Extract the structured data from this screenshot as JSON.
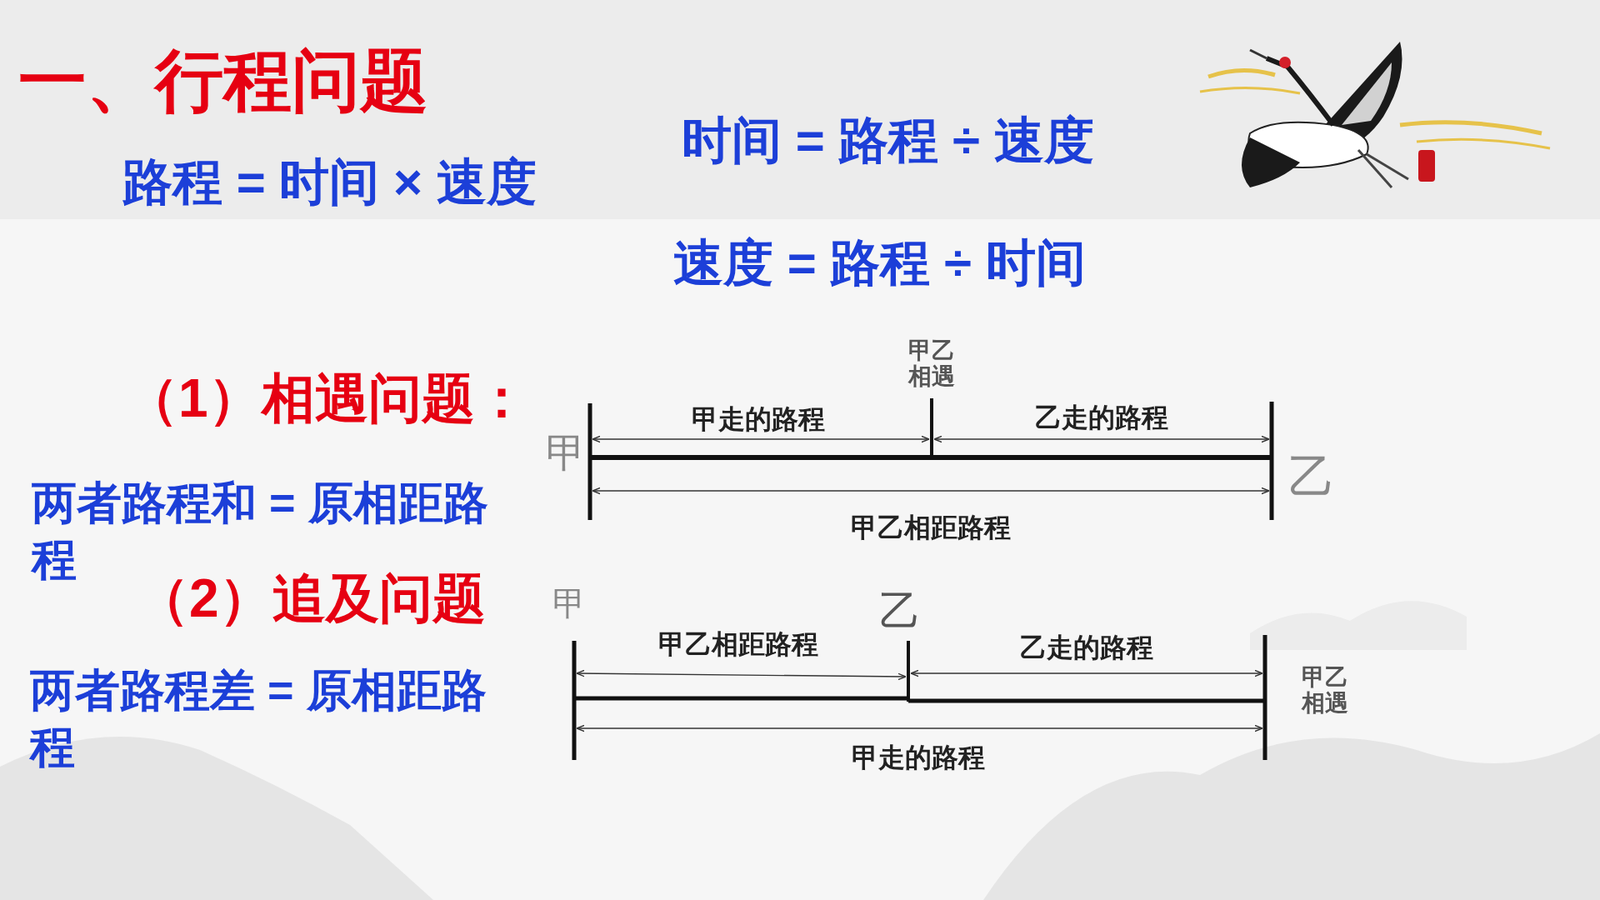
{
  "diagram": {
    "title": "一、行程问题",
    "labels": [
      "路程 = 时间 × 速度",
      "时间 = 路程 ÷ 速度",
      "速度 = 路程 ÷ 时间",
      "（1）相遇问题：",
      "甲",
      "甲乙相遇",
      "甲走的路程",
      "乙走的路程",
      "乙",
      "甲乙相距路程",
      "两者路程和 = 原相距路程",
      "（2）追及问题",
      "甲",
      "乙",
      "甲乙相距路程",
      "乙走的路程",
      "甲乙相遇",
      "甲走的路程",
      "两者路程差 = 原相距路程"
    ]
  }
}
